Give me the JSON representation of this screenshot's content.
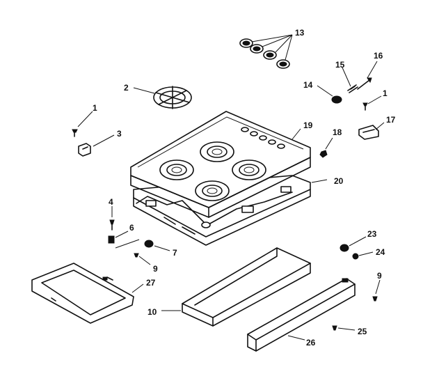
{
  "callouts": [
    {
      "id": "1",
      "text": "1"
    },
    {
      "id": "2",
      "text": "2"
    },
    {
      "id": "3",
      "text": "3"
    },
    {
      "id": "4",
      "text": "4"
    },
    {
      "id": "6",
      "text": "6"
    },
    {
      "id": "7",
      "text": "7"
    },
    {
      "id": "9",
      "text": "9"
    },
    {
      "id": "10",
      "text": "10"
    },
    {
      "id": "13",
      "text": "13"
    },
    {
      "id": "14",
      "text": "14"
    },
    {
      "id": "15",
      "text": "15"
    },
    {
      "id": "16",
      "text": "16"
    },
    {
      "id": "17",
      "text": "17"
    },
    {
      "id": "18",
      "text": "18"
    },
    {
      "id": "19",
      "text": "19"
    },
    {
      "id": "20",
      "text": "20"
    },
    {
      "id": "23",
      "text": "23"
    },
    {
      "id": "24",
      "text": "24"
    },
    {
      "id": "25",
      "text": "25"
    },
    {
      "id": "26",
      "text": "26"
    },
    {
      "id": "27",
      "text": "27"
    }
  ]
}
